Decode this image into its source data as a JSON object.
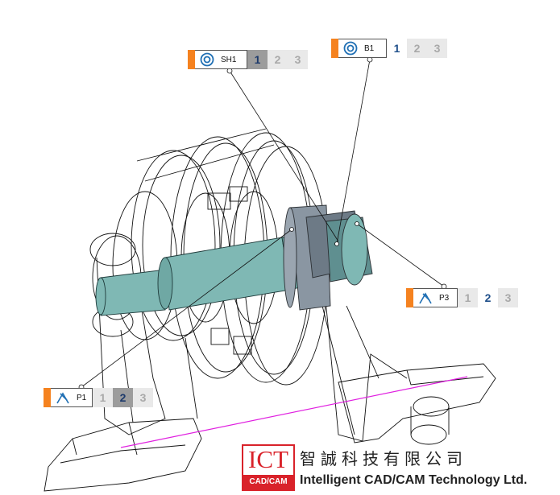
{
  "tags": [
    {
      "id": "SH1",
      "label": "SH1",
      "icon": "concentric-circles-icon",
      "options": [
        "1",
        "2",
        "3"
      ],
      "selected": "1",
      "style": "grey"
    },
    {
      "id": "B1",
      "label": "B1",
      "icon": "concentric-circles-icon",
      "options": [
        "1",
        "2",
        "3"
      ],
      "selected": "1",
      "style": "plain"
    },
    {
      "id": "P3",
      "label": "P3",
      "icon": "plane-axis-icon",
      "options": [
        "1",
        "2",
        "3"
      ],
      "selected": "2",
      "style": "plain"
    },
    {
      "id": "P1",
      "label": "P1",
      "icon": "plane-axis-icon",
      "options": [
        "1",
        "2",
        "3"
      ],
      "selected": "2",
      "style": "grey"
    }
  ],
  "logo": {
    "badge_big": "ICT",
    "badge_small": "CAD/CAM",
    "chinese": "智誠科技有限公司",
    "english": "Intelligent CAD/CAM Technology Ltd."
  },
  "colors": {
    "accent_stripe": "#f5821f",
    "shaft": "#7fb8b4",
    "bushing": "#8a96a2",
    "leader": "#000000",
    "axis_line": "#e020e0",
    "logo_red": "#d9222a"
  }
}
